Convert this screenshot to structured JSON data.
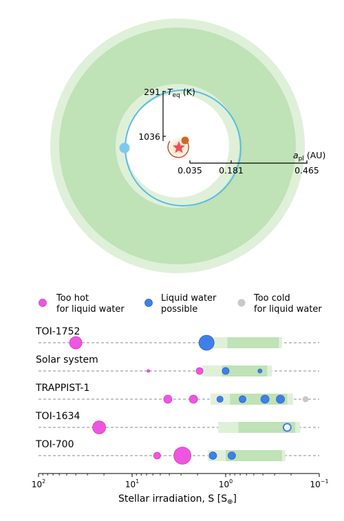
{
  "orbit_diagram": {
    "teq_label": "T",
    "teq_sub": "eq",
    "teq_unit": " (K)",
    "teq_ticks": [
      "291",
      "1036"
    ],
    "apl_label": "a",
    "apl_sub": "pl",
    "apl_unit": " (AU)",
    "apl_ticks": [
      "0.035",
      "0.181",
      "0.465"
    ]
  },
  "legend": [
    {
      "line1": "Too hot",
      "line2": "for liquid water",
      "color": "#ee55e0"
    },
    {
      "line1": "Liquid water",
      "line2": "possible",
      "color": "#3f80e8"
    },
    {
      "line1": "Too cold",
      "line2": "for liquid water",
      "color": "#c9c9c9"
    }
  ],
  "colors": {
    "hz_outer": "#dff0d9",
    "hz_inner": "#bfe2b6",
    "hot": "#ee55e0",
    "hot_edge": "#c93ebb",
    "liquid": "#3f80e8",
    "liquid_edge": "#2a62c4",
    "cold": "#c9c9c9",
    "orbit": "#5bbbe6",
    "star": "#ee4d55"
  },
  "chart_data": {
    "type": "scatter",
    "xlabel": "Stellar irradiation, S [S",
    "xlabel_symbol": "⊕",
    "xlabel_end": "]",
    "x_scale": "log",
    "x_reversed": true,
    "xlim": [
      100,
      0.1
    ],
    "xticks": [
      {
        "base": "10",
        "exp": "2",
        "value": 100
      },
      {
        "base": "10",
        "exp": "1",
        "value": 10
      },
      {
        "base": "10",
        "exp": "0",
        "value": 1
      },
      {
        "base": "10",
        "exp": "−1",
        "value": 0.1
      }
    ],
    "systems": [
      {
        "name": "TOI-1752",
        "hz_optimistic": [
          1.6,
          0.25
        ],
        "hz_conservative": [
          0.96,
          0.27
        ],
        "planets": [
          {
            "S": 40,
            "size": 9,
            "class": "hot",
            "filled": true
          },
          {
            "S": 1.6,
            "size": 11,
            "class": "liquid",
            "filled": true
          }
        ]
      },
      {
        "name": "Solar system",
        "hz_optimistic": [
          1.78,
          0.32
        ],
        "hz_conservative": [
          1.1,
          0.36
        ],
        "planets": [
          {
            "S": 6.7,
            "size": 2,
            "class": "hot",
            "filled": true
          },
          {
            "S": 1.9,
            "size": 5,
            "class": "hot",
            "filled": true
          },
          {
            "S": 1.0,
            "size": 5,
            "class": "liquid",
            "filled": true
          },
          {
            "S": 0.43,
            "size": 3,
            "class": "liquid",
            "filled": true
          }
        ]
      },
      {
        "name": "TRAPPIST-1",
        "hz_optimistic": [
          1.45,
          0.19
        ],
        "hz_conservative": [
          0.9,
          0.22
        ],
        "planets": [
          {
            "S": 4.15,
            "size": 6,
            "class": "hot",
            "filled": true
          },
          {
            "S": 2.21,
            "size": 6,
            "class": "hot",
            "filled": true
          },
          {
            "S": 1.15,
            "size": 4.5,
            "class": "liquid",
            "filled": true
          },
          {
            "S": 0.66,
            "size": 5,
            "class": "liquid",
            "filled": true
          },
          {
            "S": 0.38,
            "size": 6,
            "class": "liquid",
            "filled": true
          },
          {
            "S": 0.26,
            "size": 6,
            "class": "liquid",
            "filled": true
          },
          {
            "S": 0.14,
            "size": 4,
            "class": "cold",
            "filled": true
          }
        ]
      },
      {
        "name": "TOI-1634",
        "hz_optimistic": [
          1.2,
          0.16
        ],
        "hz_conservative": [
          0.73,
          0.18
        ],
        "planets": [
          {
            "S": 22.5,
            "size": 9.5,
            "class": "hot",
            "filled": true
          },
          {
            "S": 0.22,
            "size": 5.5,
            "class": "liquid",
            "filled": false
          }
        ]
      },
      {
        "name": "TOI-700",
        "hz_optimistic": [
          1.55,
          0.23
        ],
        "hz_conservative": [
          1.0,
          0.25
        ],
        "planets": [
          {
            "S": 5.4,
            "size": 5,
            "class": "hot",
            "filled": true
          },
          {
            "S": 2.9,
            "size": 12.5,
            "class": "hot",
            "filled": true
          },
          {
            "S": 1.37,
            "size": 5.5,
            "class": "liquid",
            "filled": true
          },
          {
            "S": 0.86,
            "size": 5.5,
            "class": "liquid",
            "filled": true
          }
        ]
      }
    ]
  }
}
